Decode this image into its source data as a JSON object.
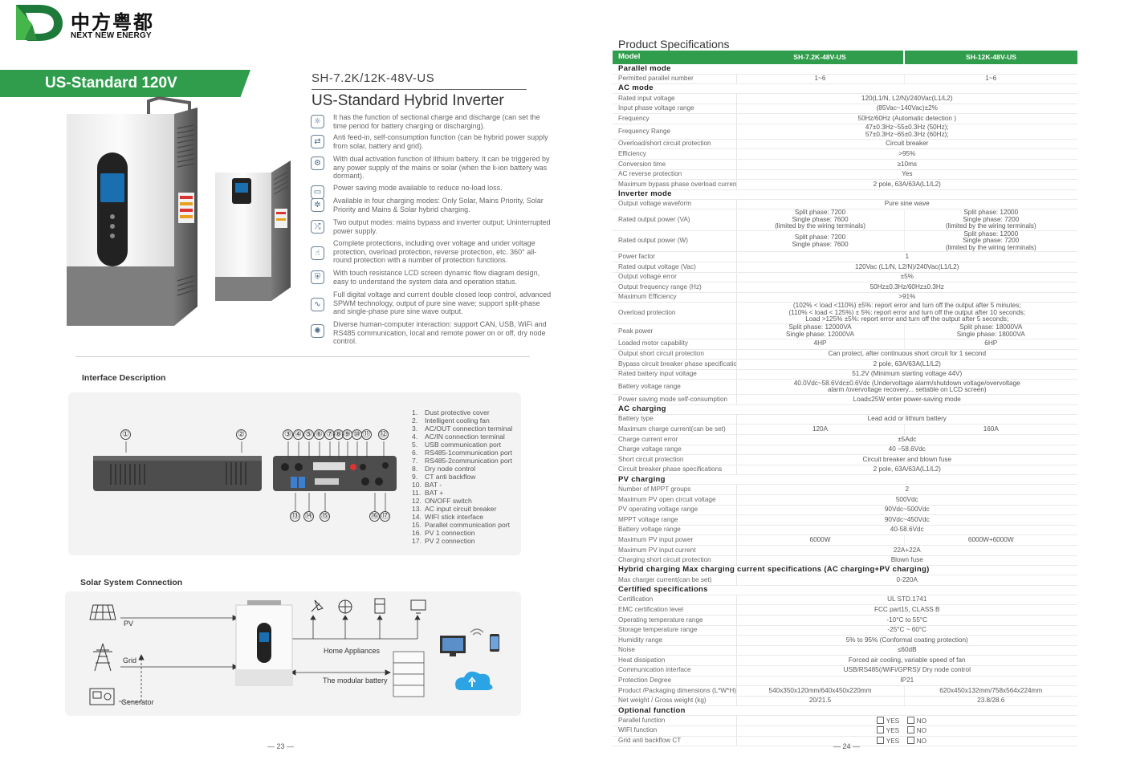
{
  "logo": {
    "cn": "中方粤都",
    "en": "NEXT NEW ENERGY"
  },
  "left": {
    "banner": "US-Standard  120V",
    "model_line": "SH-7.2K/12K-48V-US",
    "title": "US-Standard Hybrid Inverter",
    "features": [
      {
        "icon": "sun-clock-icon",
        "text": "It has the function of sectional charge and discharge (can set the time period for battery charging or discharging)."
      },
      {
        "icon": "share-icon",
        "text": "Anti feed-in, self-consumption function (can be hybrid power supply from solar, battery and grid)."
      },
      {
        "icon": "gear-icon",
        "text": "With dual activation function of lithium battery. It can be triggered by any power supply of the mains or solar (when the li-ion battery was dormant)."
      },
      {
        "icon": "screen-icon",
        "text": "Power saving mode available to reduce no-load loss."
      },
      {
        "icon": "settings-icon",
        "text": "Available in four charging modes: Only Solar, Mains Priority, Solar Priority and Mains & Solar hybrid charging."
      },
      {
        "icon": "shuffle-icon",
        "text": "Two output modes: mains bypass and inverter output; Uninterrupted power supply."
      },
      {
        "icon": "touch-icon",
        "text": "Complete protections, including over voltage and under voltage protection, overload protection, reverse protection, etc. 360° all-round protection with a number of protection functions."
      },
      {
        "icon": "shield-icon",
        "text": "With touch resistance LCD screen dynamic flow diagram design, easy to understand the system data and operation status."
      },
      {
        "icon": "waveform-icon",
        "text": "Full digital voltage and current double closed loop control, advanced SPWM technology, output of pure sine wave; support split-phase and single-phase pure sine wave output."
      },
      {
        "icon": "network-icon",
        "text": "Diverse human-computer interaction: support CAN, USB, WiFi and RS485 communication, local and remote power on or off, dry  node control."
      }
    ],
    "interface_title": "Interface Description",
    "callouts_top": [
      "①",
      "②",
      "③",
      "④",
      "⑤",
      "⑥",
      "⑦",
      "⑧",
      "⑨",
      "⑩",
      "⑪",
      "⑫"
    ],
    "callouts_bottom": [
      "⑬",
      "⑭",
      "⑮",
      "⑯",
      "⑰"
    ],
    "interface_list": [
      {
        "n": "1.",
        "t": "Dust protective cover"
      },
      {
        "n": "2.",
        "t": "Intelligent cooling fan"
      },
      {
        "n": "3.",
        "t": "AC/OUT connection terminal"
      },
      {
        "n": "4.",
        "t": "AC/IN  connection terminal"
      },
      {
        "n": "5.",
        "t": "USB communication port"
      },
      {
        "n": "6.",
        "t": "RS485-1communication port"
      },
      {
        "n": "7.",
        "t": "RS485-2communication port"
      },
      {
        "n": "8.",
        "t": "Dry node control"
      },
      {
        "n": "9.",
        "t": "CT anti backflow"
      },
      {
        "n": "10.",
        "t": "BAT  -"
      },
      {
        "n": "11.",
        "t": "BAT +"
      },
      {
        "n": "12.",
        "t": "ON/OFF switch"
      },
      {
        "n": "13.",
        "t": "AC input circuit breaker"
      },
      {
        "n": "14.",
        "t": "WIFI stick interface"
      },
      {
        "n": "15.",
        "t": "Parallel communication port"
      },
      {
        "n": "16.",
        "t": "PV  1  connection"
      },
      {
        "n": "17.",
        "t": "PV  2  connection"
      }
    ],
    "solar_title": "Solar System Connection",
    "solar_labels": {
      "pv": "PV",
      "grid": "Grid",
      "generator": "Generator",
      "appliances": "Home Appliances",
      "battery": "The modular battery"
    },
    "page_number": "23"
  },
  "right": {
    "title": "Product Specifications",
    "header": {
      "label": "Model",
      "m1": "SH-7.2K-48V-US",
      "m2": "SH-12K-48V-US"
    },
    "yes": "YES",
    "no": "NO",
    "rows": [
      {
        "k": "sec",
        "label": "Parallel mode"
      },
      {
        "label": "Permitted parallel number",
        "v1": "1~6",
        "v2": "1~6"
      },
      {
        "k": "sec",
        "label": "AC mode"
      },
      {
        "label": "Rated input voltage",
        "v": "120(L1/N, L2/N)/240Vac(L1/L2)"
      },
      {
        "label": "Input phase voltage range",
        "v": "(85Vac~140Vac)±2%"
      },
      {
        "label": "Frequency",
        "v": "50Hz/60Hz (Automatic detection )"
      },
      {
        "k": "mid",
        "label": "Frequency Range",
        "v": "47±0.3Hz~55±0.3Hz (50Hz);\n57±0.3Hz~65±0.3Hz (60Hz);"
      },
      {
        "label": "Overload/short circuit protection",
        "v": "Circuit breaker"
      },
      {
        "label": "Efficiency",
        "v": ">95%"
      },
      {
        "label": "Conversion time",
        "v": "≥10ms"
      },
      {
        "label": "AC reverse protection",
        "v": "Yes"
      },
      {
        "label": "Maximum bypass phase overload current",
        "v": "2 pole, 63A/63A(L1/L2)"
      },
      {
        "k": "sec",
        "label": "Inverter mode"
      },
      {
        "label": "Output voltage waveform",
        "v": "Pure sine wave"
      },
      {
        "k": "tall",
        "label": "Rated output power (VA)",
        "v1": "Split phase: 7200\nSingle phase: 7600\n(limited by the wiring terminals)",
        "v2": "Split phase: 12000\nSingle phase: 7200\n(limited by the wiring terminals)"
      },
      {
        "k": "tall",
        "label": "Rated output power (W)",
        "v1": "Split phase: 7200\nSingle phase: 7600",
        "v2": "Split phase: 12000\nSingle phase: 7200\n(limited by the wiring terminals)"
      },
      {
        "label": "Power factor",
        "v": "1"
      },
      {
        "label": "Rated output voltage (Vac)",
        "v": "120Vac (L1/N, L2/N)/240Vac(L1/L2)"
      },
      {
        "label": "Output voltage error",
        "v": "±5%"
      },
      {
        "label": "Output frequency range (Hz)",
        "v": "50Hz±0.3Hz/60Hz±0.3Hz"
      },
      {
        "label": "Maximum Efficiency",
        "v": ">91%"
      },
      {
        "k": "tall",
        "label": "Overload protection",
        "v": "(102% < load <110%) ±5%: report error and turn off the output after 5 minutes;\n(110% < load < 125%) ± 5%: report error and turn off the output after 10 seconds;\nLoad >125% ±5%: report error and turn off the output after 5 seconds;"
      },
      {
        "k": "mid",
        "label": "Peak power",
        "v1": "Split phase: 12000VA\nSingle phase: 12000VA",
        "v2": "Split phase: 18000VA\nSingle phase: 18000VA"
      },
      {
        "label": "Loaded motor capability",
        "v1": "4HP",
        "v2": "6HP"
      },
      {
        "label": "Output short circuit protection",
        "v": "Can protect, after continuous short circuit for 1 second"
      },
      {
        "label": "Bypass circuit breaker phase specification",
        "v": "2 pole, 63A/63A(L1/L2)"
      },
      {
        "label": "Rated battery input voltage",
        "v": "51.2V (Minimum starting voltage 44V)"
      },
      {
        "k": "mid",
        "label": "Battery voltage range",
        "v": "40.0Vdc~58.6Vdc±0.6Vdc (Undervoltage alarm/shutdown voltage/overvoltage\nalarm /overvoltage recovery... settable on LCD screen)"
      },
      {
        "label": "Power saving mode self-consumption",
        "v": "Load≤25W enter power-saving mode"
      },
      {
        "k": "sec",
        "label": "AC charging"
      },
      {
        "label": "Battery type",
        "v": "Lead acid or lithium battery"
      },
      {
        "label": "Maximum charge current(can be set)",
        "v1": "120A",
        "v2": "160A"
      },
      {
        "label": "Charge current error",
        "v": "±5Adc"
      },
      {
        "label": "Charge voltage range",
        "v": "40 ~58.6Vdc"
      },
      {
        "label": "Short circuit protection",
        "v": "Circuit breaker and blown fuse"
      },
      {
        "label": "Circuit breaker phase specifications",
        "v": "2 pole, 63A/63A(L1/L2)"
      },
      {
        "k": "sec",
        "label": "PV charging"
      },
      {
        "label": "Number of MPPT groups",
        "v": "2"
      },
      {
        "label": "Maximum PV open circuit voltage",
        "v": "500Vdc"
      },
      {
        "label": "PV operating voltage range",
        "v": "90Vdc~500Vdc"
      },
      {
        "label": "MPPT voltage range",
        "v": "90Vdc~450Vdc"
      },
      {
        "label": "Battery voltage range",
        "v": "40-58.6Vdc"
      },
      {
        "label": "Maximum PV input power",
        "v1": "6000W",
        "v2": "6000W+6000W"
      },
      {
        "label": "Maximum PV input current",
        "v": "22A+22A"
      },
      {
        "label": "Charging short circuit protection",
        "v": "Blown fuse"
      },
      {
        "k": "sec",
        "label": "Hybrid charging Max charging current specifications (AC charging+PV charging)"
      },
      {
        "label": "Max charger current(can be set)",
        "v": "0-220A"
      },
      {
        "k": "sec",
        "label": "Certified specifications"
      },
      {
        "label": "Certification",
        "v": "UL STD.1741"
      },
      {
        "label": "EMC certification level",
        "v": "FCC part15, CLASS B"
      },
      {
        "label": "Operating temperature range",
        "v": "-10°C to 55°C"
      },
      {
        "label": "Storage temperature range",
        "v": "-25°C ~ 60°C"
      },
      {
        "label": "Humidity range",
        "v": "5% to 95% (Conformal coating protection)"
      },
      {
        "label": "Noise",
        "v": "≤60dB"
      },
      {
        "label": "Heat dissipation",
        "v": "Forced air cooling, variable speed of fan"
      },
      {
        "label": "Communication interface",
        "v": "USB/RS485(/WiFi/GPRS)/ Dry node control"
      },
      {
        "label": "Protection Degree",
        "v": "IP21"
      },
      {
        "label": "Product /Packaging dimensions (L*W*H)",
        "v1": "540x350x120mm/640x450x220mm",
        "v2": "620x450x132mm/758x564x224mm"
      },
      {
        "label": "Net weight / Gross weight (kg)",
        "v1": "20/21.5",
        "v2": "23.8/28.6"
      },
      {
        "k": "sec",
        "label": "Optional function"
      },
      {
        "k": "opt",
        "label": "Parallel function"
      },
      {
        "k": "opt",
        "label": "WIFI function"
      },
      {
        "k": "opt",
        "label": "Grid anti backflow CT"
      }
    ],
    "page_number": "24"
  },
  "colors": {
    "brand_green": "#2f9d4b",
    "header_text": "#ffffff"
  }
}
